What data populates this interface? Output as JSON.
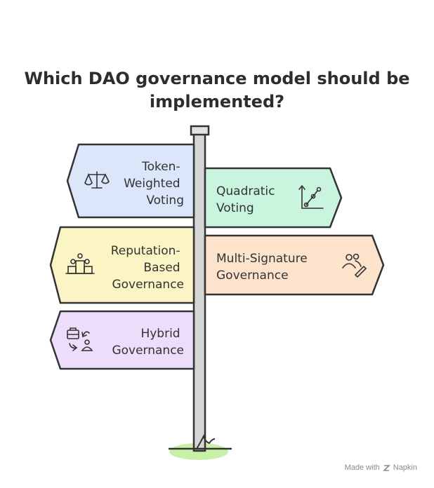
{
  "title": "Which DAO governance model should be implemented?",
  "signs": [
    {
      "id": "token-weighted-voting",
      "lines": [
        "Token-",
        "Weighted",
        "Voting"
      ],
      "icon": "scales-icon",
      "fill": "#dbe6fb",
      "side": "left"
    },
    {
      "id": "quadratic-voting",
      "lines": [
        "Quadratic",
        "Voting"
      ],
      "icon": "line-graph-icon",
      "fill": "#c9f4dd",
      "side": "right"
    },
    {
      "id": "reputation-based-governance",
      "lines": [
        "Reputation-",
        "Based",
        "Governance"
      ],
      "icon": "podium-icon",
      "fill": "#fbf4c4",
      "side": "left"
    },
    {
      "id": "multi-signature-governance",
      "lines": [
        "Multi-Signature",
        "Governance"
      ],
      "icon": "users-sign-icon",
      "fill": "#fde3cc",
      "side": "right"
    },
    {
      "id": "hybrid-governance",
      "lines": [
        "Hybrid",
        "Governance"
      ],
      "icon": "briefcase-user-icon",
      "fill": "#eddcfa",
      "side": "left"
    }
  ],
  "colors": {
    "outline": "#333333",
    "pole": "#d6d6d6",
    "grass": "#c8f0a8"
  },
  "credit": {
    "text": "Made with",
    "brand": "Napkin"
  }
}
